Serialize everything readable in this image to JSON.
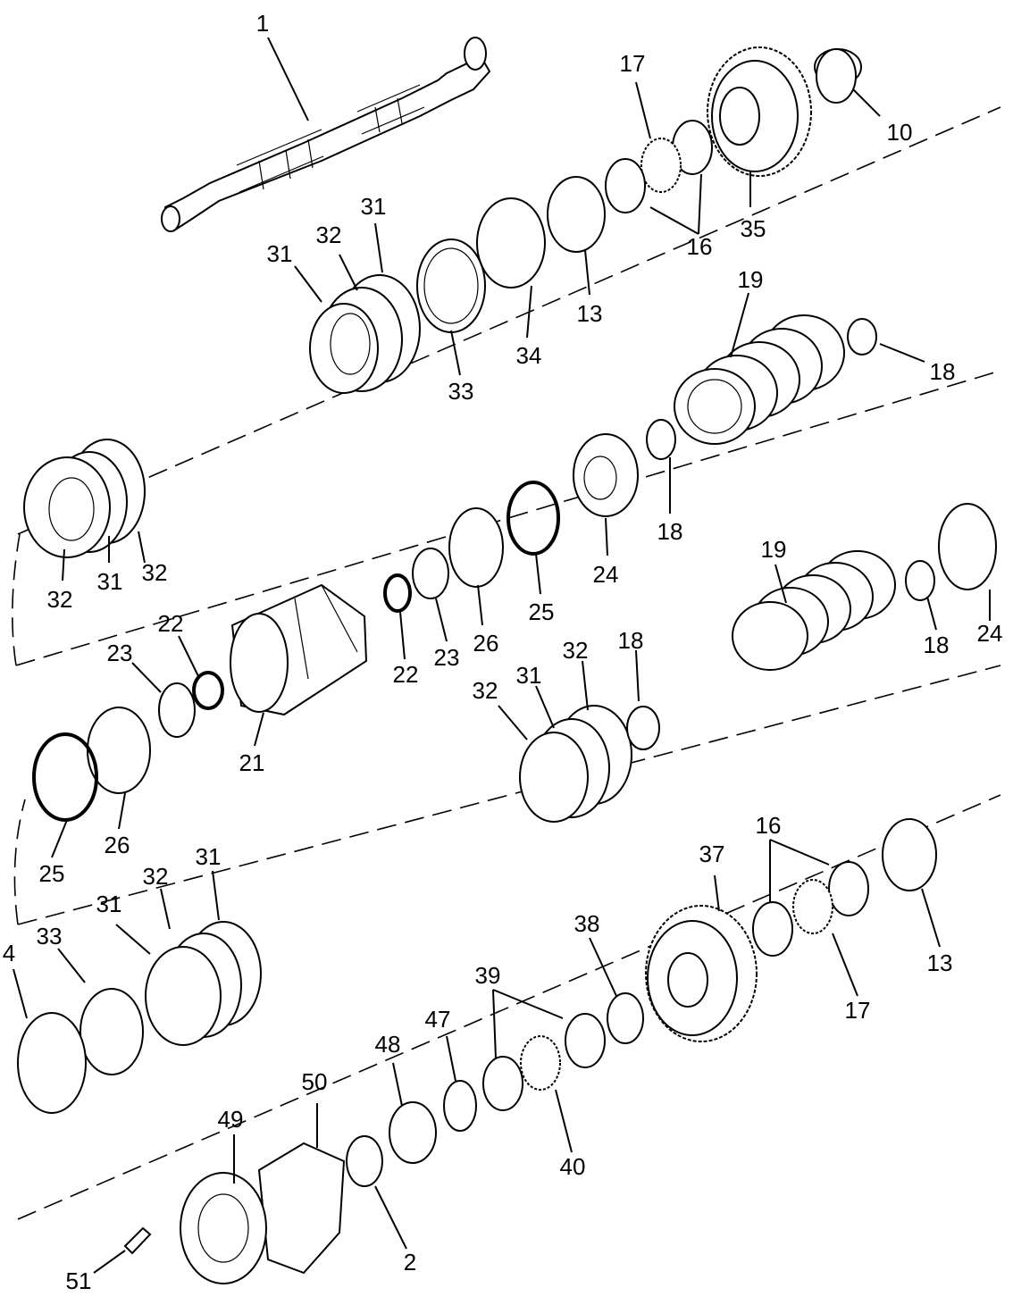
{
  "diagram": {
    "callouts": [
      {
        "id": "c1",
        "text": "1"
      },
      {
        "id": "c17a",
        "text": "17"
      },
      {
        "id": "c10",
        "text": "10"
      },
      {
        "id": "c35",
        "text": "35"
      },
      {
        "id": "c16a",
        "text": "16"
      },
      {
        "id": "c31a",
        "text": "31"
      },
      {
        "id": "c32a",
        "text": "32"
      },
      {
        "id": "c31b",
        "text": "31"
      },
      {
        "id": "c33a",
        "text": "33"
      },
      {
        "id": "c34",
        "text": "34"
      },
      {
        "id": "c13a",
        "text": "13"
      },
      {
        "id": "c19a",
        "text": "19"
      },
      {
        "id": "c18a",
        "text": "18"
      },
      {
        "id": "c18b",
        "text": "18"
      },
      {
        "id": "c24a",
        "text": "24"
      },
      {
        "id": "c25a",
        "text": "25"
      },
      {
        "id": "c26a",
        "text": "26"
      },
      {
        "id": "c32b",
        "text": "32"
      },
      {
        "id": "c31c",
        "text": "31"
      },
      {
        "id": "c32c",
        "text": "32"
      },
      {
        "id": "c22a",
        "text": "22"
      },
      {
        "id": "c23a",
        "text": "23"
      },
      {
        "id": "c22b",
        "text": "22"
      },
      {
        "id": "c23b",
        "text": "23"
      },
      {
        "id": "c19b",
        "text": "19"
      },
      {
        "id": "c18c",
        "text": "18"
      },
      {
        "id": "c24b",
        "text": "24"
      },
      {
        "id": "c21",
        "text": "21"
      },
      {
        "id": "c32d",
        "text": "32"
      },
      {
        "id": "c31d",
        "text": "31"
      },
      {
        "id": "c32e",
        "text": "32"
      },
      {
        "id": "c18d",
        "text": "18"
      },
      {
        "id": "c25b",
        "text": "25"
      },
      {
        "id": "c26b",
        "text": "26"
      },
      {
        "id": "c31e",
        "text": "31"
      },
      {
        "id": "c32f",
        "text": "32"
      },
      {
        "id": "c31f",
        "text": "31"
      },
      {
        "id": "c33b",
        "text": "33"
      },
      {
        "id": "c4",
        "text": "4"
      },
      {
        "id": "c16b",
        "text": "16"
      },
      {
        "id": "c37",
        "text": "37"
      },
      {
        "id": "c38",
        "text": "38"
      },
      {
        "id": "c39",
        "text": "39"
      },
      {
        "id": "c47",
        "text": "47"
      },
      {
        "id": "c48",
        "text": "48"
      },
      {
        "id": "c17b",
        "text": "17"
      },
      {
        "id": "c13b",
        "text": "13"
      },
      {
        "id": "c40",
        "text": "40"
      },
      {
        "id": "c50",
        "text": "50"
      },
      {
        "id": "c49",
        "text": "49"
      },
      {
        "id": "c2",
        "text": "2"
      },
      {
        "id": "c51",
        "text": "51"
      }
    ]
  }
}
